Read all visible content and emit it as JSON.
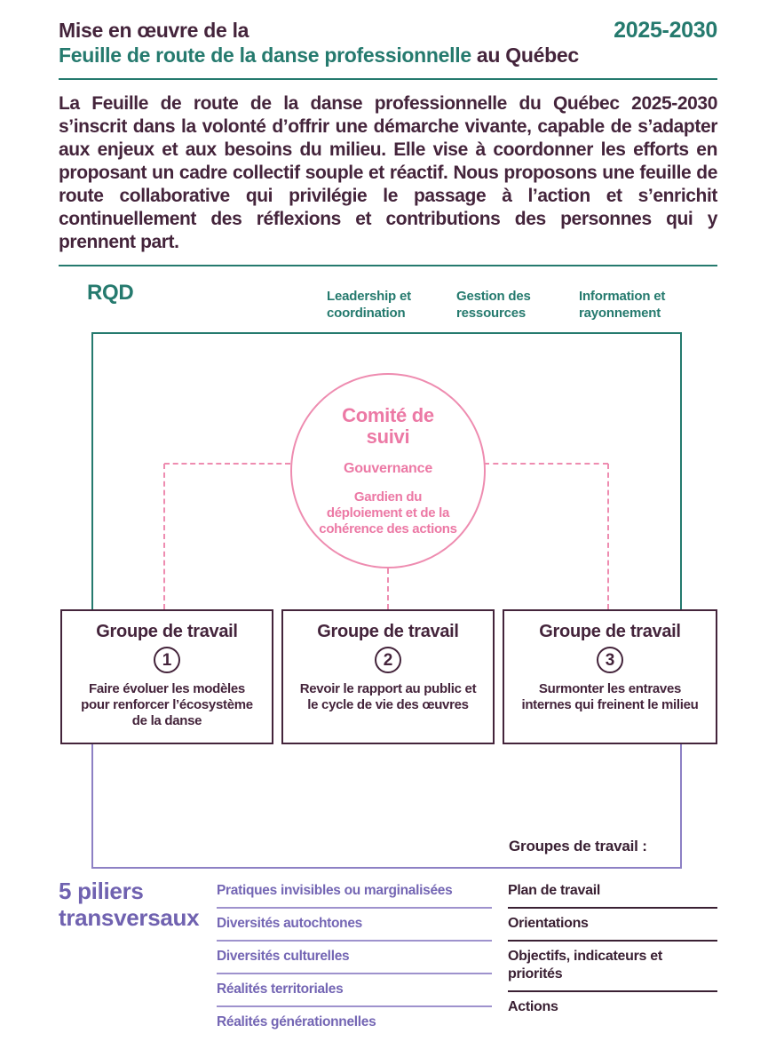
{
  "header": {
    "title_line1": "Mise en œuvre de la",
    "title_line2_teal": "Feuille de route de la danse professionnelle",
    "title_line2_plum": "au Québec",
    "years": "2025-2030",
    "intro": "La Feuille de route de la danse professionnelle du Québec 2025-2030 s’inscrit dans la volonté d’offrir une démarche vivante, capable de s’adapter aux enjeux et aux besoins du milieu. Elle vise à coordonner les efforts en proposant un cadre collectif souple et réactif. Nous proposons une feuille de route collaborative qui privilégie le passage à l’action et s’enrichit continuellement des réflexions et contributions des personnes qui y prennent part."
  },
  "diagram": {
    "rqd": "RQD",
    "columns": [
      "Leadership et coordination",
      "Gestion des ressources",
      "Information et rayonnement"
    ],
    "committee": {
      "title": "Comité de suivi",
      "role1": "Gouvernance",
      "role2": "Gardien du déploiement et de la cohérence des actions"
    },
    "groups": [
      {
        "title": "Groupe de travail",
        "number": "1",
        "description": "Faire évoluer les modèles pour renforcer l’écosystème de la danse"
      },
      {
        "title": "Groupe de travail",
        "number": "2",
        "description": "Revoir le rapport au public et le cycle de vie des œuvres"
      },
      {
        "title": "Groupe de travail",
        "number": "3",
        "description": "Surmonter les entraves internes qui freinent le milieu"
      }
    ],
    "groups_label": "Groupes de travail :"
  },
  "pillars": {
    "heading": "5 piliers transversaux",
    "items": [
      "Pratiques invisibles ou marginalisées",
      "Diversités autochtones",
      "Diversités culturelles",
      "Réalités territoriales",
      "Réalités générationnelles"
    ]
  },
  "work_items": [
    "Plan de travail",
    "Orientations",
    "Objectifs, indicateurs et priorités",
    "Actions"
  ],
  "colors": {
    "teal": "#257a6e",
    "plum": "#44243b",
    "pink": "#ee8cb0",
    "purple": "#7062b0"
  }
}
